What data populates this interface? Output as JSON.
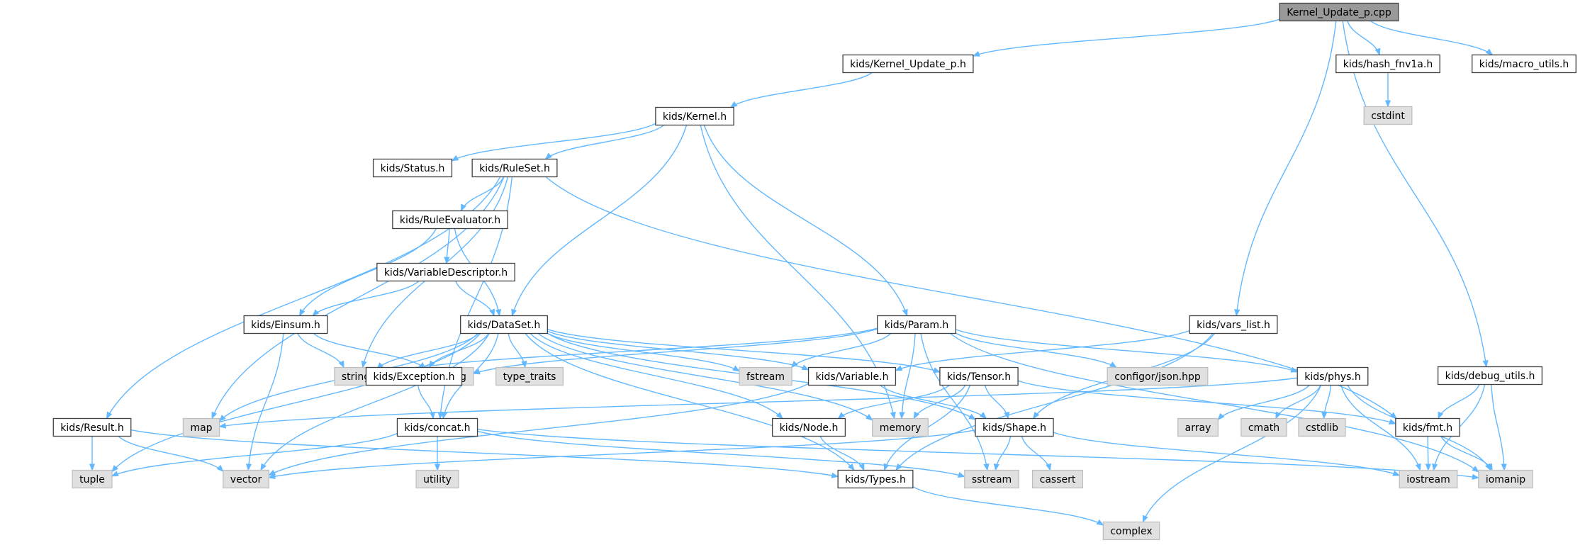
{
  "graph": {
    "colors": {
      "edge": "#63b8ff",
      "local_fill": "#ffffff",
      "local_border": "#404040",
      "root_fill": "#999999",
      "system_fill": "#e0e0e0",
      "system_border": "#bfbfbf"
    },
    "nodes": [
      {
        "id": "root",
        "label": "Kernel_Update_p.cpp",
        "kind": "root"
      },
      {
        "id": "k_kernel_update_h",
        "label": "kids/Kernel_Update_p.h",
        "kind": "local"
      },
      {
        "id": "k_vars_list",
        "label": "kids/vars_list.h",
        "kind": "local"
      },
      {
        "id": "k_hash",
        "label": "kids/hash_fnv1a.h",
        "kind": "local"
      },
      {
        "id": "k_macro",
        "label": "kids/macro_utils.h",
        "kind": "local"
      },
      {
        "id": "k_debug",
        "label": "kids/debug_utils.h",
        "kind": "local"
      },
      {
        "id": "s_cstdint",
        "label": "cstdint",
        "kind": "system"
      },
      {
        "id": "k_kernel",
        "label": "kids/Kernel.h",
        "kind": "local"
      },
      {
        "id": "k_status",
        "label": "kids/Status.h",
        "kind": "local"
      },
      {
        "id": "k_ruleset",
        "label": "kids/RuleSet.h",
        "kind": "local"
      },
      {
        "id": "k_ruleeval",
        "label": "kids/RuleEvaluator.h",
        "kind": "local"
      },
      {
        "id": "k_vardesc",
        "label": "kids/VariableDescriptor.h",
        "kind": "local"
      },
      {
        "id": "k_einsum",
        "label": "kids/Einsum.h",
        "kind": "local"
      },
      {
        "id": "k_dataset",
        "label": "kids/DataSet.h",
        "kind": "local"
      },
      {
        "id": "k_param",
        "label": "kids/Param.h",
        "kind": "local"
      },
      {
        "id": "s_string",
        "label": "string",
        "kind": "system"
      },
      {
        "id": "s_cstring",
        "label": "cstring",
        "kind": "system"
      },
      {
        "id": "s_type_traits",
        "label": "type_traits",
        "kind": "system"
      },
      {
        "id": "s_fstream",
        "label": "fstream",
        "kind": "system"
      },
      {
        "id": "s_json",
        "label": "configor/json.hpp",
        "kind": "system"
      },
      {
        "id": "k_exception",
        "label": "kids/Exception.h",
        "kind": "local"
      },
      {
        "id": "k_variable",
        "label": "kids/Variable.h",
        "kind": "local"
      },
      {
        "id": "k_tensor",
        "label": "kids/Tensor.h",
        "kind": "local"
      },
      {
        "id": "k_phys",
        "label": "kids/phys.h",
        "kind": "local"
      },
      {
        "id": "k_result",
        "label": "kids/Result.h",
        "kind": "local"
      },
      {
        "id": "s_map",
        "label": "map",
        "kind": "system"
      },
      {
        "id": "k_concat",
        "label": "kids/concat.h",
        "kind": "local"
      },
      {
        "id": "k_node",
        "label": "kids/Node.h",
        "kind": "local"
      },
      {
        "id": "s_memory",
        "label": "memory",
        "kind": "system"
      },
      {
        "id": "k_shape",
        "label": "kids/Shape.h",
        "kind": "local"
      },
      {
        "id": "s_array",
        "label": "array",
        "kind": "system"
      },
      {
        "id": "s_cmath",
        "label": "cmath",
        "kind": "system"
      },
      {
        "id": "s_cstdlib",
        "label": "cstdlib",
        "kind": "system"
      },
      {
        "id": "k_fmt",
        "label": "kids/fmt.h",
        "kind": "local"
      },
      {
        "id": "s_tuple",
        "label": "tuple",
        "kind": "system"
      },
      {
        "id": "s_vector",
        "label": "vector",
        "kind": "system"
      },
      {
        "id": "s_utility",
        "label": "utility",
        "kind": "system"
      },
      {
        "id": "k_types",
        "label": "kids/Types.h",
        "kind": "local"
      },
      {
        "id": "s_sstream",
        "label": "sstream",
        "kind": "system"
      },
      {
        "id": "s_cassert",
        "label": "cassert",
        "kind": "system"
      },
      {
        "id": "s_iostream",
        "label": "iostream",
        "kind": "system"
      },
      {
        "id": "s_iomanip",
        "label": "iomanip",
        "kind": "system"
      },
      {
        "id": "s_complex",
        "label": "complex",
        "kind": "system"
      }
    ],
    "edges": [
      [
        "root",
        "k_kernel_update_h"
      ],
      [
        "root",
        "k_vars_list"
      ],
      [
        "root",
        "k_hash"
      ],
      [
        "root",
        "k_macro"
      ],
      [
        "root",
        "k_debug"
      ],
      [
        "k_hash",
        "s_cstdint"
      ],
      [
        "k_kernel_update_h",
        "k_kernel"
      ],
      [
        "k_kernel",
        "k_status"
      ],
      [
        "k_kernel",
        "k_ruleset"
      ],
      [
        "k_kernel",
        "k_dataset"
      ],
      [
        "k_kernel",
        "k_param"
      ],
      [
        "k_kernel",
        "s_memory"
      ],
      [
        "k_ruleset",
        "k_ruleeval"
      ],
      [
        "k_ruleset",
        "k_result"
      ],
      [
        "k_ruleset",
        "s_string"
      ],
      [
        "k_ruleset",
        "s_map"
      ],
      [
        "k_ruleset",
        "k_concat"
      ],
      [
        "k_ruleset",
        "k_fmt"
      ],
      [
        "k_ruleeval",
        "k_vardesc"
      ],
      [
        "k_ruleeval",
        "k_einsum"
      ],
      [
        "k_ruleeval",
        "k_dataset"
      ],
      [
        "k_vardesc",
        "k_einsum"
      ],
      [
        "k_vardesc",
        "k_dataset"
      ],
      [
        "k_einsum",
        "s_string"
      ],
      [
        "k_einsum",
        "s_cstring"
      ],
      [
        "k_einsum",
        "s_vector"
      ],
      [
        "k_dataset",
        "s_string"
      ],
      [
        "k_dataset",
        "s_map"
      ],
      [
        "k_dataset",
        "s_tuple"
      ],
      [
        "k_dataset",
        "s_vector"
      ],
      [
        "k_dataset",
        "k_exception"
      ],
      [
        "k_dataset",
        "s_type_traits"
      ],
      [
        "k_dataset",
        "s_fstream"
      ],
      [
        "k_dataset",
        "k_variable"
      ],
      [
        "k_dataset",
        "k_tensor"
      ],
      [
        "k_dataset",
        "k_concat"
      ],
      [
        "k_dataset",
        "k_node"
      ],
      [
        "k_dataset",
        "s_memory"
      ],
      [
        "k_dataset",
        "k_shape"
      ],
      [
        "k_dataset",
        "k_types"
      ],
      [
        "k_param",
        "s_string"
      ],
      [
        "k_param",
        "s_fstream"
      ],
      [
        "k_param",
        "s_json"
      ],
      [
        "k_param",
        "k_phys"
      ],
      [
        "k_param",
        "s_memory"
      ],
      [
        "k_param",
        "s_sstream"
      ],
      [
        "k_param",
        "s_iomanip"
      ],
      [
        "k_param",
        "s_cstring"
      ],
      [
        "k_vars_list",
        "k_variable"
      ],
      [
        "k_vars_list",
        "k_shape"
      ],
      [
        "k_vars_list",
        "k_types"
      ],
      [
        "k_debug",
        "k_fmt"
      ],
      [
        "k_debug",
        "s_iostream"
      ],
      [
        "k_debug",
        "s_iomanip"
      ],
      [
        "k_exception",
        "k_concat"
      ],
      [
        "k_variable",
        "k_shape"
      ],
      [
        "k_variable",
        "s_vector"
      ],
      [
        "k_tensor",
        "k_shape"
      ],
      [
        "k_tensor",
        "k_node"
      ],
      [
        "k_tensor",
        "s_memory"
      ],
      [
        "k_tensor",
        "k_types"
      ],
      [
        "k_tensor",
        "k_fmt"
      ],
      [
        "k_phys",
        "s_map"
      ],
      [
        "k_phys",
        "s_array"
      ],
      [
        "k_phys",
        "s_cmath"
      ],
      [
        "k_phys",
        "s_cstdlib"
      ],
      [
        "k_phys",
        "s_iomanip"
      ],
      [
        "k_phys",
        "s_iostream"
      ],
      [
        "k_phys",
        "s_complex"
      ],
      [
        "k_result",
        "s_tuple"
      ],
      [
        "k_result",
        "s_vector"
      ],
      [
        "k_result",
        "k_types"
      ],
      [
        "k_concat",
        "s_tuple"
      ],
      [
        "k_concat",
        "s_utility"
      ],
      [
        "k_concat",
        "s_sstream"
      ],
      [
        "k_concat",
        "s_iomanip"
      ],
      [
        "k_node",
        "k_types"
      ],
      [
        "k_shape",
        "s_vector"
      ],
      [
        "k_shape",
        "s_sstream"
      ],
      [
        "k_shape",
        "s_cassert"
      ],
      [
        "k_shape",
        "s_iostream"
      ],
      [
        "k_fmt",
        "s_iostream"
      ],
      [
        "k_fmt",
        "s_iomanip"
      ],
      [
        "k_types",
        "s_complex"
      ]
    ]
  }
}
